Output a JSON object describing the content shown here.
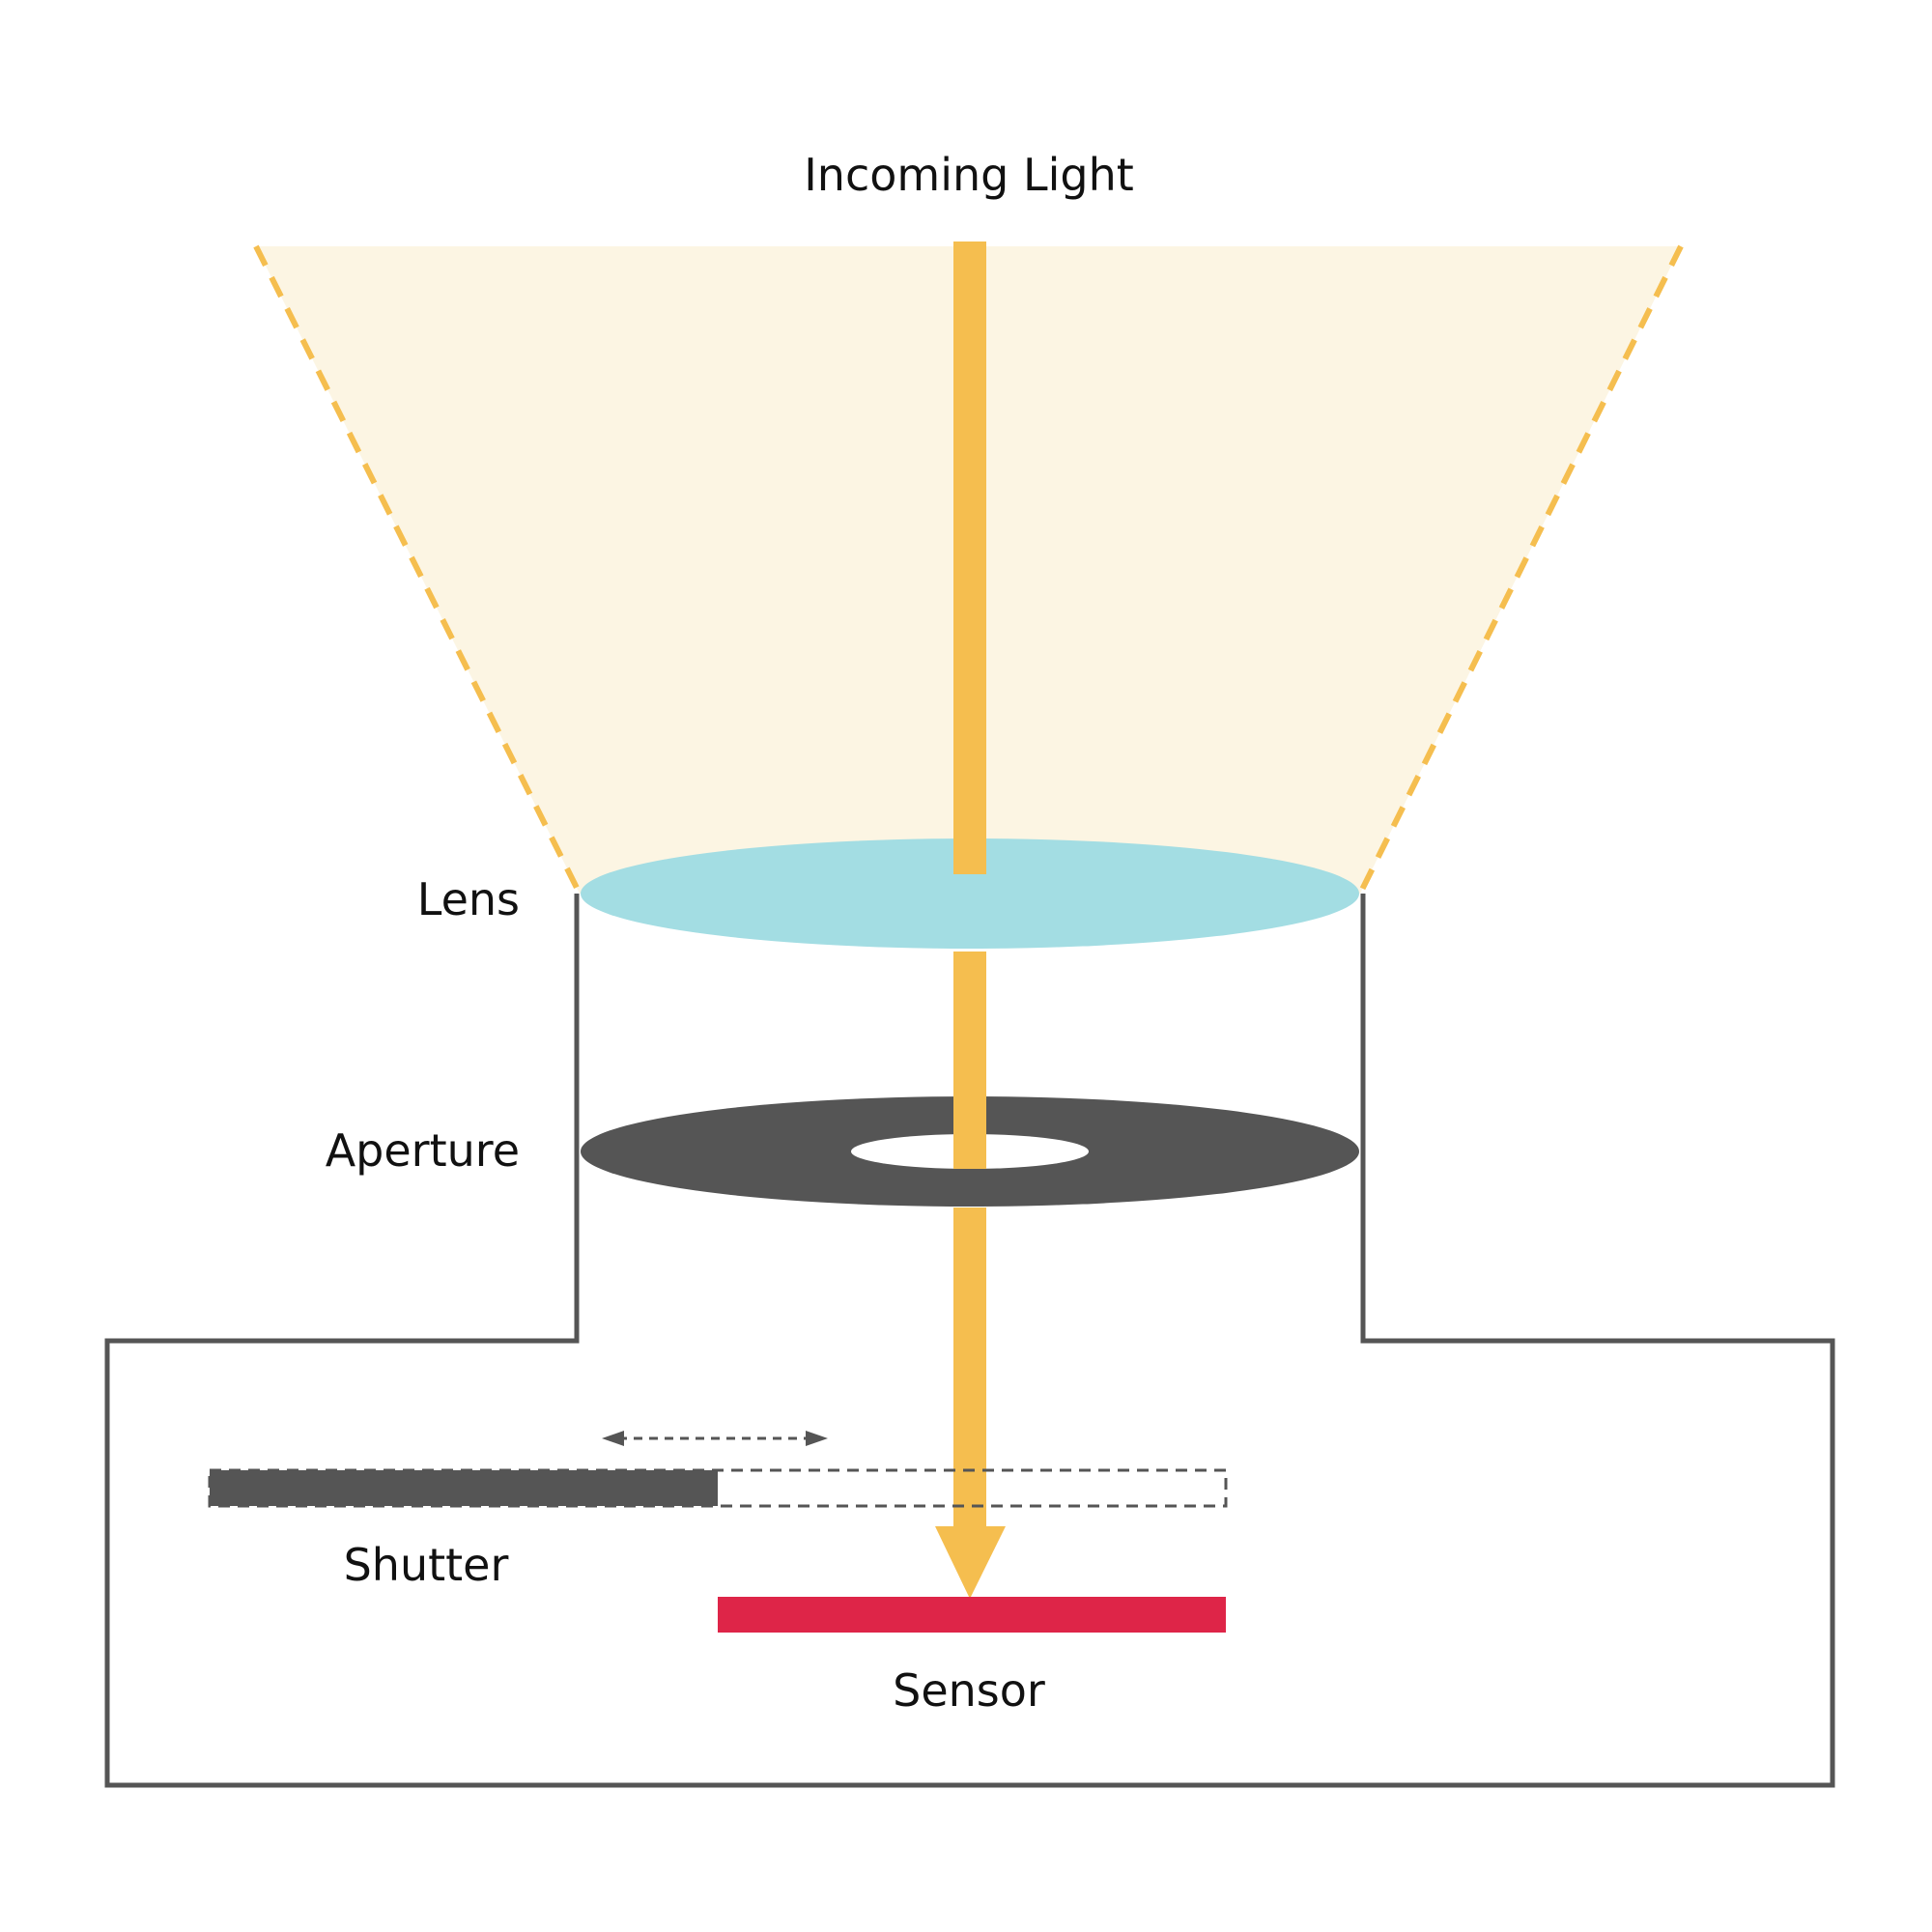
{
  "labels": {
    "incoming_light": "Incoming Light",
    "lens": "Lens",
    "aperture": "Aperture",
    "shutter": "Shutter",
    "sensor": "Sensor"
  },
  "colors": {
    "light_beam": "#F5BE4F",
    "light_cone_fill": "#FCF5E3",
    "lens": "#A3DDE3",
    "aperture": "#555555",
    "camera_body_outline": "#555555",
    "shutter": "#555555",
    "sensor": "#DE2548"
  }
}
